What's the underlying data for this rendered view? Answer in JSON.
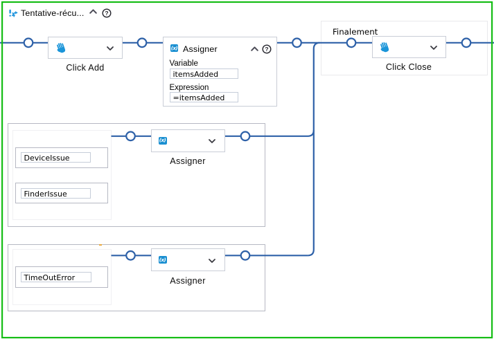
{
  "header": {
    "title": "Tentative-récu...",
    "icons": [
      "trycatch-icon",
      "chevron-up-icon",
      "help-icon"
    ]
  },
  "try_branch": {
    "click_add": {
      "label": "Click Add"
    },
    "assign_expanded": {
      "title": "Assigner",
      "variable_label": "Variable",
      "variable_value": "itemsAdded",
      "expression_label": "Expression",
      "expression_value": "=itemsAdded"
    }
  },
  "catches": [
    {
      "exceptions": [
        "DeviceIssue",
        "FinderIssue"
      ],
      "activity": {
        "label": "Assigner"
      }
    },
    {
      "exceptions": [
        "TimeOutError"
      ],
      "activity": {
        "label": "Assigner"
      }
    }
  ],
  "finally_block": {
    "label": "Finalement",
    "click_close": {
      "label": "Click Close"
    }
  },
  "colors": {
    "selection_border": "#14bd14",
    "flow_line": "#2e61a8",
    "activity_icon_blue": "#1b95d9",
    "assign_icon_blue": "#1a8fd1"
  }
}
